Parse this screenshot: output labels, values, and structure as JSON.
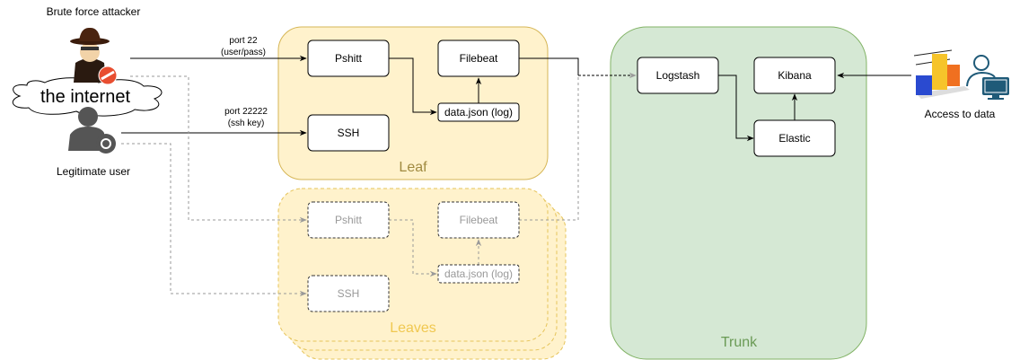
{
  "actors": {
    "attacker_label": "Brute force attacker",
    "internet_label": "the internet",
    "user_label": "Legitimate user",
    "access_label": "Access to data"
  },
  "connections": {
    "port22_line1": "port 22",
    "port22_line2": "(user/pass)",
    "port22222_line1": "port 22222",
    "port22222_line2": "(ssh key)"
  },
  "leaf": {
    "title": "Leaf",
    "pshitt": "Pshitt",
    "ssh": "SSH",
    "filebeat": "Filebeat",
    "datajson": "data.json (log)"
  },
  "leaves": {
    "title": "Leaves",
    "pshitt": "Pshitt",
    "ssh": "SSH",
    "filebeat": "Filebeat",
    "datajson": "data.json (log)"
  },
  "trunk": {
    "title": "Trunk",
    "logstash": "Logstash",
    "kibana": "Kibana",
    "elastic": "Elastic"
  },
  "colors": {
    "leaf_fill": "#fff2cc",
    "leaf_stroke": "#d6b656",
    "leaf_title": "#a08a40",
    "leaves_title": "#f0c850",
    "trunk_fill": "#d5e8d4",
    "trunk_stroke": "#82b366",
    "trunk_title": "#6a9a55"
  }
}
